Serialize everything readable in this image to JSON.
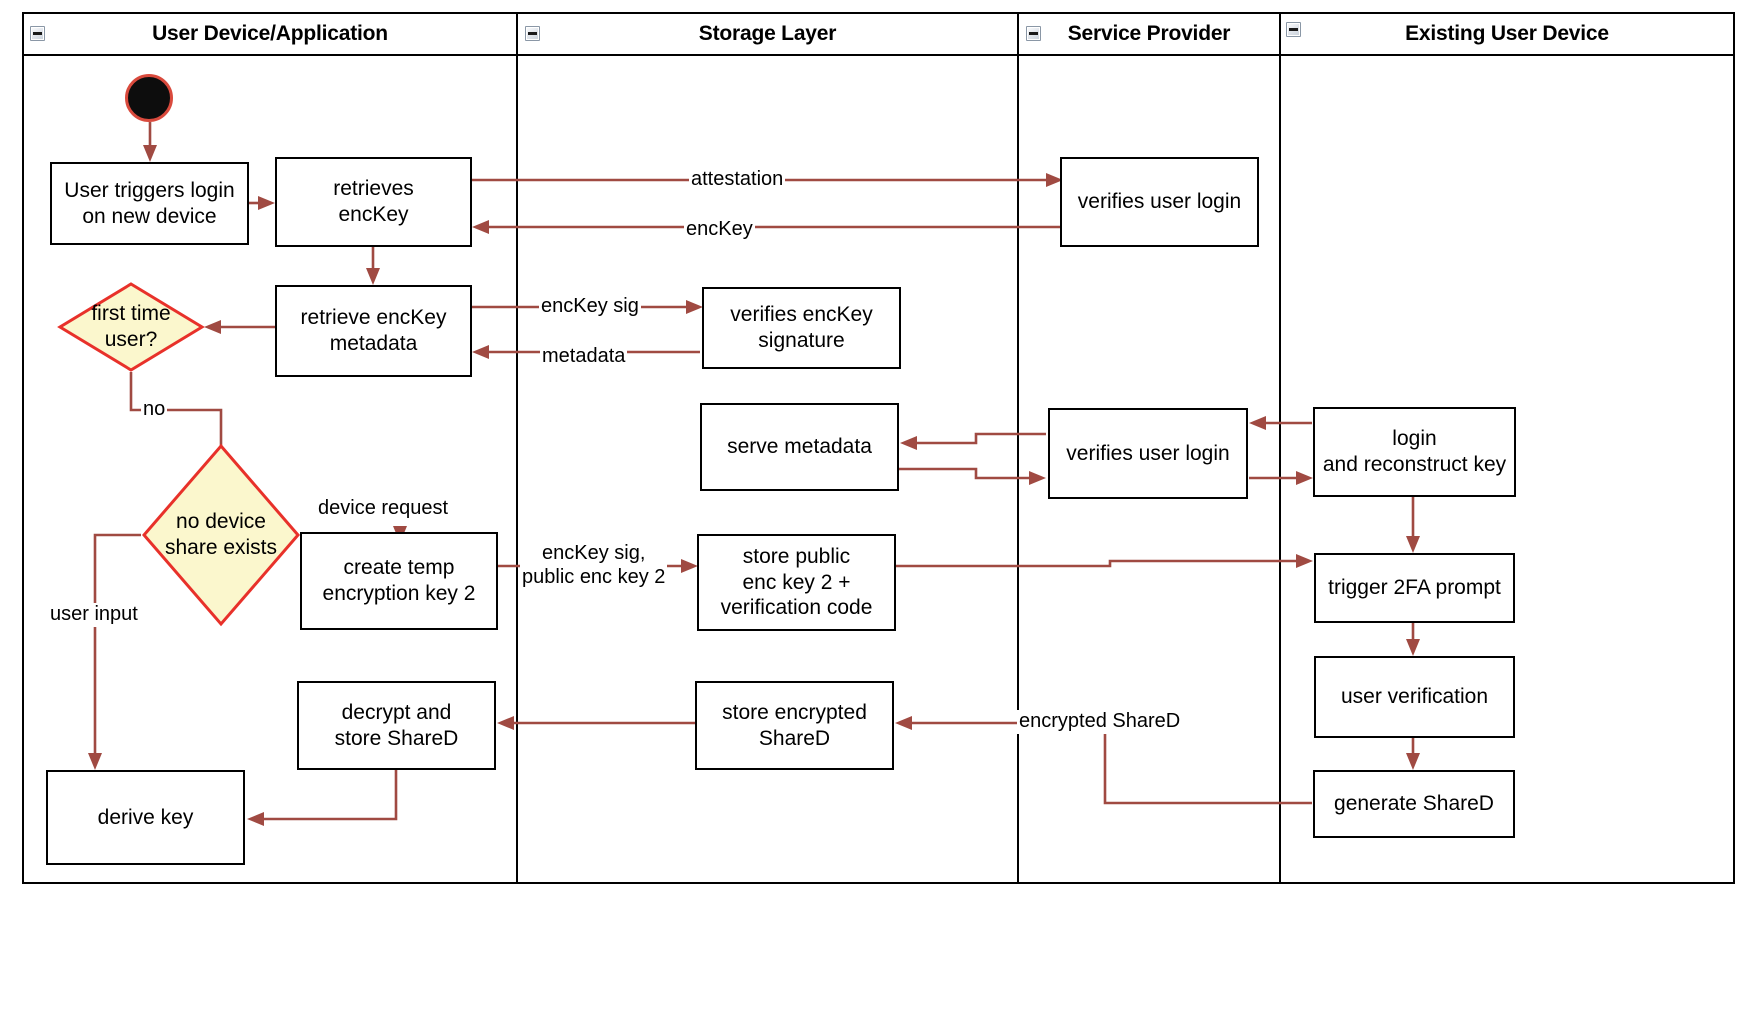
{
  "diagram": {
    "title": "Device login and key reconstruction activity diagram",
    "type": "uml-activity-swimlane",
    "colors": {
      "lane_border": "#000000",
      "node_border": "#000000",
      "node_fill": "#ffffff",
      "edge": "#a04a42",
      "decision_border": "#e8312a",
      "decision_fill": "#fbf7cd",
      "start_fill": "#0d0d0d",
      "start_border": "#d94a3d",
      "background": "#ffffff"
    }
  },
  "lanes": [
    {
      "id": "user-device",
      "title": "User Device/Application",
      "collapse_icon": "minus-icon"
    },
    {
      "id": "storage-layer",
      "title": "Storage Layer",
      "collapse_icon": "minus-icon"
    },
    {
      "id": "service-provider",
      "title": "Service Provider",
      "collapse_icon": "minus-icon"
    },
    {
      "id": "existing-user-device",
      "title": "Existing User Device",
      "collapse_icon": "minus-icon"
    }
  ],
  "nodes": [
    {
      "id": "start",
      "lane": "user-device",
      "shape": "initial-node",
      "label": ""
    },
    {
      "id": "user-triggers-login",
      "lane": "user-device",
      "shape": "action",
      "label": "User triggers login\non new device"
    },
    {
      "id": "retrieves-enckey",
      "lane": "user-device",
      "shape": "action",
      "label": "retrieves\nencKey"
    },
    {
      "id": "retrieve-enckey-metadata",
      "lane": "user-device",
      "shape": "action",
      "label": "retrieve encKey\nmetadata"
    },
    {
      "id": "first-time-user",
      "lane": "user-device",
      "shape": "decision",
      "label": "first time\nuser?"
    },
    {
      "id": "no-device-share-exists",
      "lane": "user-device",
      "shape": "decision",
      "label": "no device\nshare exists"
    },
    {
      "id": "create-temp-encryption-key-2",
      "lane": "user-device",
      "shape": "action",
      "label": "create temp\nencryption key 2"
    },
    {
      "id": "decrypt-and-store-shared",
      "lane": "user-device",
      "shape": "action",
      "label": "decrypt and\nstore ShareD"
    },
    {
      "id": "derive-key",
      "lane": "user-device",
      "shape": "action",
      "label": "derive key"
    },
    {
      "id": "verifies-enckey-signature",
      "lane": "storage-layer",
      "shape": "action",
      "label": "verifies encKey\nsignature"
    },
    {
      "id": "serve-metadata",
      "lane": "storage-layer",
      "shape": "action",
      "label": "serve metadata"
    },
    {
      "id": "store-public-enc-key-2",
      "lane": "storage-layer",
      "shape": "action",
      "label": "store public\nenc key 2 +\nverification code"
    },
    {
      "id": "store-encrypted-shared",
      "lane": "storage-layer",
      "shape": "action",
      "label": "store encrypted\nShareD"
    },
    {
      "id": "verifies-user-login-1",
      "lane": "service-provider",
      "shape": "action",
      "label": "verifies user login"
    },
    {
      "id": "verifies-user-login-2",
      "lane": "service-provider",
      "shape": "action",
      "label": "verifies user login"
    },
    {
      "id": "login-and-reconstruct-key",
      "lane": "existing-user-device",
      "shape": "action",
      "label": "login\nand reconstruct key"
    },
    {
      "id": "trigger-2fa-prompt",
      "lane": "existing-user-device",
      "shape": "action",
      "label": "trigger 2FA prompt"
    },
    {
      "id": "user-verification",
      "lane": "existing-user-device",
      "shape": "action",
      "label": "user verification"
    },
    {
      "id": "generate-shared",
      "lane": "existing-user-device",
      "shape": "action",
      "label": "generate ShareD"
    }
  ],
  "edges": [
    {
      "id": "e-start-login",
      "from": "start",
      "to": "user-triggers-login",
      "label": ""
    },
    {
      "id": "e-login-retrieves",
      "from": "user-triggers-login",
      "to": "retrieves-enckey",
      "label": ""
    },
    {
      "id": "e-retrieves-sp",
      "from": "retrieves-enckey",
      "to": "verifies-user-login-1",
      "label": "attestation"
    },
    {
      "id": "e-sp-retrieves",
      "from": "verifies-user-login-1",
      "to": "retrieves-enckey",
      "label": "encKey"
    },
    {
      "id": "e-retrieves-metadata",
      "from": "retrieves-enckey",
      "to": "retrieve-enckey-metadata",
      "label": ""
    },
    {
      "id": "e-metadata-verify",
      "from": "retrieve-enckey-metadata",
      "to": "verifies-enckey-signature",
      "label": "encKey sig"
    },
    {
      "id": "e-verify-metadata",
      "from": "verifies-enckey-signature",
      "to": "retrieve-enckey-metadata",
      "label": "metadata"
    },
    {
      "id": "e-metadata-firsttime",
      "from": "retrieve-enckey-metadata",
      "to": "first-time-user",
      "label": ""
    },
    {
      "id": "e-firsttime-nodevice",
      "from": "first-time-user",
      "to": "no-device-share-exists",
      "label": "no"
    },
    {
      "id": "e-nodevice-createtemp",
      "from": "no-device-share-exists",
      "to": "create-temp-encryption-key-2",
      "label": "device request"
    },
    {
      "id": "e-nodevice-derivekey",
      "from": "no-device-share-exists",
      "to": "derive-key",
      "label": "user input"
    },
    {
      "id": "e-createtemp-storepublic",
      "from": "create-temp-encryption-key-2",
      "to": "store-public-enc-key-2",
      "label": "encKey sig,\npublic enc key 2"
    },
    {
      "id": "e-storepublic-trigger2fa",
      "from": "store-public-enc-key-2",
      "to": "trigger-2fa-prompt",
      "label": ""
    },
    {
      "id": "e-existing-sp",
      "from": "login-and-reconstruct-key",
      "to": "verifies-user-login-2",
      "label": ""
    },
    {
      "id": "e-sp-servemetadata",
      "from": "verifies-user-login-2",
      "to": "serve-metadata",
      "label": ""
    },
    {
      "id": "e-servemetadata-sp",
      "from": "serve-metadata",
      "to": "verifies-user-login-2",
      "label": ""
    },
    {
      "id": "e-sp-existing",
      "from": "verifies-user-login-2",
      "to": "login-and-reconstruct-key",
      "label": ""
    },
    {
      "id": "e-login-trigger2fa",
      "from": "login-and-reconstruct-key",
      "to": "trigger-2fa-prompt",
      "label": ""
    },
    {
      "id": "e-trigger2fa-userverif",
      "from": "trigger-2fa-prompt",
      "to": "user-verification",
      "label": ""
    },
    {
      "id": "e-userverif-generate",
      "from": "user-verification",
      "to": "generate-shared",
      "label": ""
    },
    {
      "id": "e-generate-store",
      "from": "generate-shared",
      "to": "store-encrypted-shared",
      "label": "encrypted ShareD"
    },
    {
      "id": "e-store-decrypt",
      "from": "store-encrypted-shared",
      "to": "decrypt-and-store-shared",
      "label": ""
    },
    {
      "id": "e-decrypt-derive",
      "from": "decrypt-and-store-shared",
      "to": "derive-key",
      "label": ""
    }
  ],
  "edge_labels": {
    "attestation": "attestation",
    "enckey": "encKey",
    "enckey_sig": "encKey sig",
    "metadata": "metadata",
    "no": "no",
    "device_request": "device request",
    "user_input": "user input",
    "enckey_sig_public": "encKey sig,\npublic enc key 2",
    "encrypted_shared": "encrypted ShareD"
  }
}
